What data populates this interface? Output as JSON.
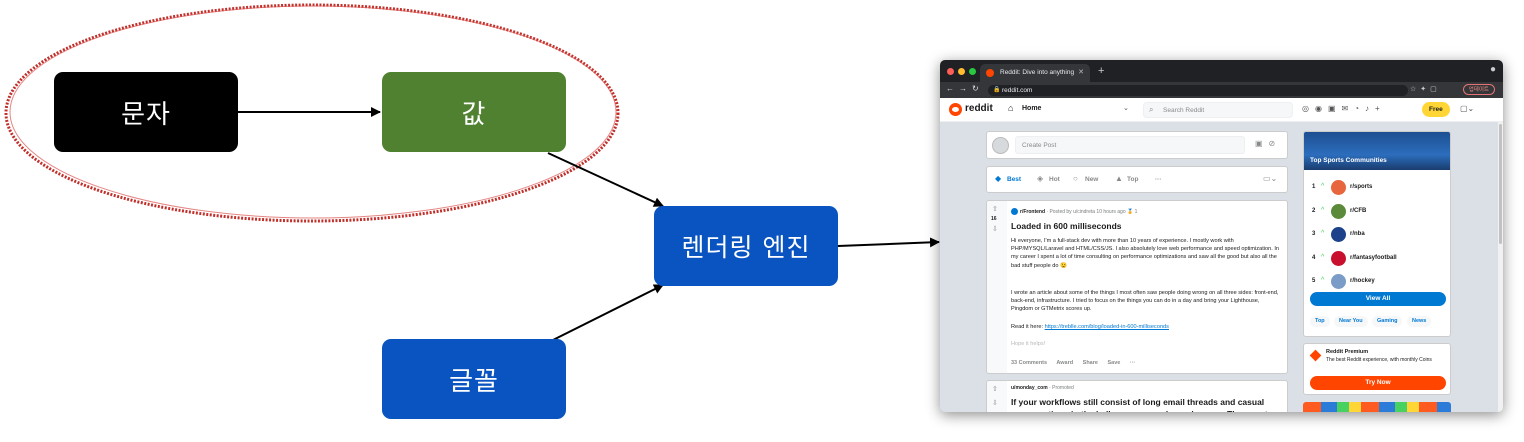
{
  "diagram": {
    "nodes": {
      "characters": "문자",
      "value": "값",
      "rendering_engine": "렌더링 엔진",
      "font": "글꼴"
    },
    "colors": {
      "characters": "#000000",
      "value": "#4f8131",
      "rendering_engine": "#0a54c1",
      "font": "#0a54c1",
      "arrows": "#000000",
      "highlight_ellipse": "#c0302b"
    }
  },
  "browser": {
    "tab_title": "Reddit: Dive into anything",
    "url": "reddit.com",
    "profile_label": "업데이트",
    "reddit": {
      "brand": "reddit",
      "home_label": "Home",
      "search_placeholder": "Search Reddit",
      "free_button": "Free",
      "create_post_placeholder": "Create Post",
      "sort_tabs": [
        "Best",
        "Hot",
        "New",
        "Top",
        "···"
      ],
      "post1": {
        "subreddit": "r/Frontend",
        "meta": "· Posted by u/cindreta 10 hours ago",
        "award_count": "1",
        "vote_count": "16",
        "title": "Loaded in 600 milliseconds",
        "paragraph1": "Hi everyone, I'm a full-stack dev with more than 10 years of experience. I mostly work with PHP/MYSQL/Laravel and HTML/CSS/JS. I also absolutely love web performance and speed optimization. In my career I spent a lot of time consulting on performance optimizations and saw all the good but also all the bad stuff people do 😉",
        "paragraph2": "I wrote an article about some of the things I most often saw people doing wrong on all three sides: front-end, back-end, infrastructure. I tried to focus on the things you can do in a day and bring your Lighthouse, Pingdom or GTMetrix scores up.",
        "read_prefix": "Read it here:",
        "read_link": "https://treblle.com/blog/loaded-in-600-milliseconds",
        "faint_line": "Hope it helps!",
        "actions": [
          "33 Comments",
          "Award",
          "Share",
          "Save",
          "···"
        ]
      },
      "post2": {
        "subreddit": "u/monday_com",
        "meta": "· Promoted",
        "title": "If your workflows still consist of long email threads and casual conversations in the hallway, you need monday.com. The smart way to"
      },
      "sidebar": {
        "banner_title": "Top Sports Communities",
        "communities": [
          {
            "rank": "1",
            "name": "r/sports",
            "color": "#e8663d"
          },
          {
            "rank": "2",
            "name": "r/CFB",
            "color": "#5b8a3a"
          },
          {
            "rank": "3",
            "name": "r/nba",
            "color": "#1d428a"
          },
          {
            "rank": "4",
            "name": "r/fantasyfootball",
            "color": "#c8102e"
          },
          {
            "rank": "5",
            "name": "r/hockey",
            "color": "#7a9cc6"
          }
        ],
        "view_all": "View All",
        "chips": [
          "Top",
          "Near You",
          "Gaming",
          "News"
        ]
      },
      "premium": {
        "title": "Reddit Premium",
        "description": "The best Reddit experience, with monthly Coins",
        "button": "Try Now"
      }
    }
  }
}
